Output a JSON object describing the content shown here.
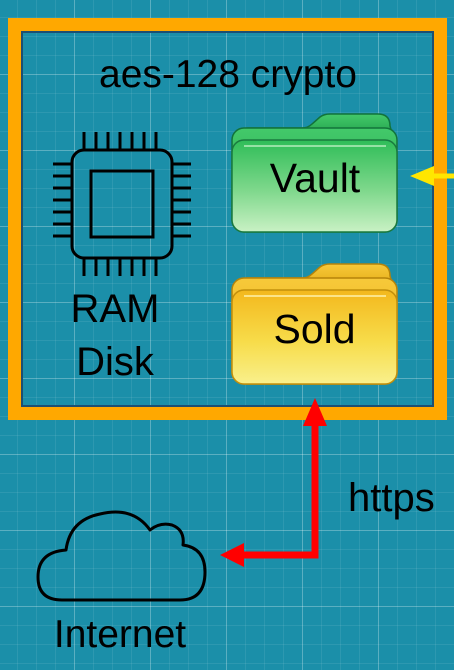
{
  "container": {
    "title": "aes-128 crypto"
  },
  "ram_disk": {
    "line1": "RAM",
    "line2": "Disk",
    "icon": "chip-icon"
  },
  "folders": [
    {
      "label": "Vault",
      "color": "#2fbf5a",
      "icon": "folder-icon"
    },
    {
      "label": "Sold",
      "color": "#f3c623",
      "icon": "folder-icon"
    }
  ],
  "connection": {
    "label": "https",
    "color": "#ff0000"
  },
  "internet": {
    "label": "Internet",
    "icon": "cloud-icon"
  },
  "colors": {
    "background": "#1b8fa9",
    "container_border": "#ffa800",
    "inbound_arrow": "#ffe600"
  }
}
